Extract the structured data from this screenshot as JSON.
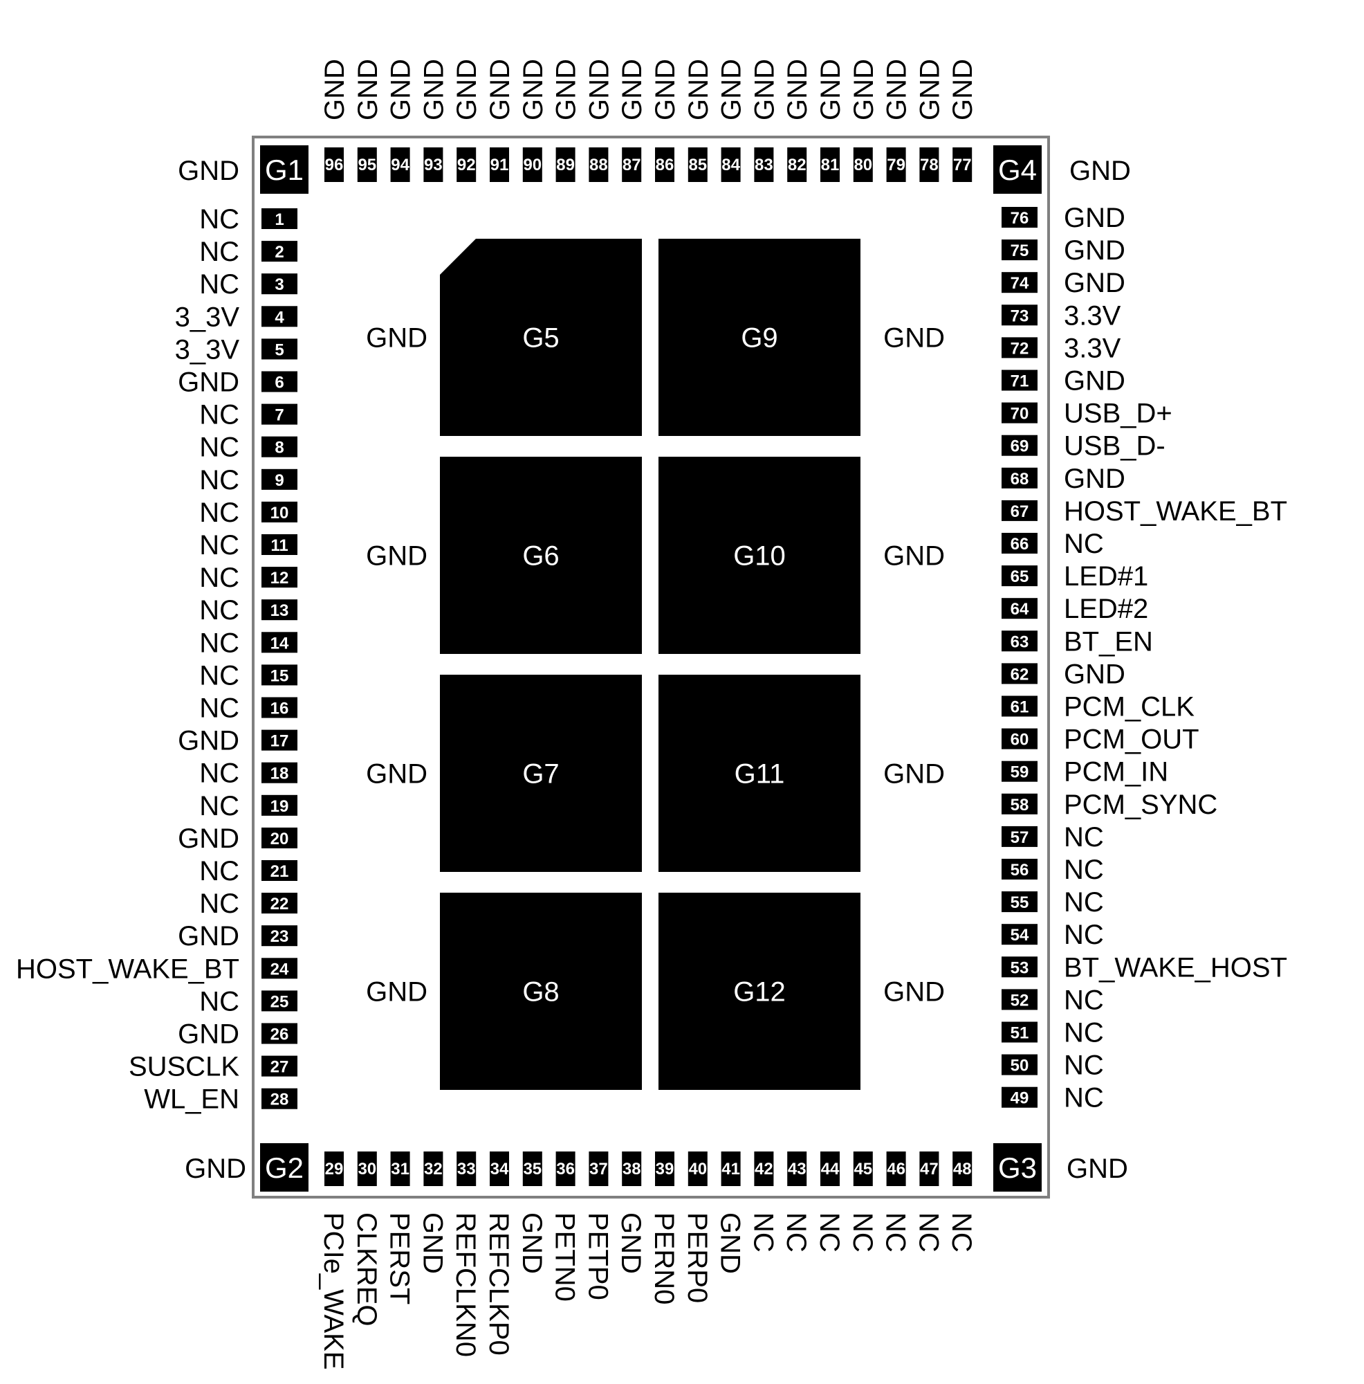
{
  "colors": {
    "pad": "#000000",
    "outline": "#808080",
    "label": "#000000",
    "pad_text": "#ffffff",
    "background": "#ffffff"
  },
  "left_pins": [
    {
      "num": "1",
      "label": "NC"
    },
    {
      "num": "2",
      "label": "NC"
    },
    {
      "num": "3",
      "label": "NC"
    },
    {
      "num": "4",
      "label": "3_3V"
    },
    {
      "num": "5",
      "label": "3_3V"
    },
    {
      "num": "6",
      "label": "GND"
    },
    {
      "num": "7",
      "label": "NC"
    },
    {
      "num": "8",
      "label": "NC"
    },
    {
      "num": "9",
      "label": "NC"
    },
    {
      "num": "10",
      "label": "NC"
    },
    {
      "num": "11",
      "label": "NC"
    },
    {
      "num": "12",
      "label": "NC"
    },
    {
      "num": "13",
      "label": "NC"
    },
    {
      "num": "14",
      "label": "NC"
    },
    {
      "num": "15",
      "label": "NC"
    },
    {
      "num": "16",
      "label": "NC"
    },
    {
      "num": "17",
      "label": "GND"
    },
    {
      "num": "18",
      "label": "NC"
    },
    {
      "num": "19",
      "label": "NC"
    },
    {
      "num": "20",
      "label": "GND"
    },
    {
      "num": "21",
      "label": "NC"
    },
    {
      "num": "22",
      "label": "NC"
    },
    {
      "num": "23",
      "label": "GND"
    },
    {
      "num": "24",
      "label": "HOST_WAKE_BT"
    },
    {
      "num": "25",
      "label": "NC"
    },
    {
      "num": "26",
      "label": "GND"
    },
    {
      "num": "27",
      "label": "SUSCLK"
    },
    {
      "num": "28",
      "label": "WL_EN"
    }
  ],
  "right_pins": [
    {
      "num": "76",
      "label": "GND"
    },
    {
      "num": "75",
      "label": "GND"
    },
    {
      "num": "74",
      "label": "GND"
    },
    {
      "num": "73",
      "label": "3.3V"
    },
    {
      "num": "72",
      "label": "3.3V"
    },
    {
      "num": "71",
      "label": "GND"
    },
    {
      "num": "70",
      "label": "USB_D+"
    },
    {
      "num": "69",
      "label": "USB_D-"
    },
    {
      "num": "68",
      "label": "GND"
    },
    {
      "num": "67",
      "label": "HOST_WAKE_BT"
    },
    {
      "num": "66",
      "label": "NC"
    },
    {
      "num": "65",
      "label": "LED#1"
    },
    {
      "num": "64",
      "label": "LED#2"
    },
    {
      "num": "63",
      "label": "BT_EN"
    },
    {
      "num": "62",
      "label": "GND"
    },
    {
      "num": "61",
      "label": "PCM_CLK"
    },
    {
      "num": "60",
      "label": "PCM_OUT"
    },
    {
      "num": "59",
      "label": "PCM_IN"
    },
    {
      "num": "58",
      "label": "PCM_SYNC"
    },
    {
      "num": "57",
      "label": "NC"
    },
    {
      "num": "56",
      "label": "NC"
    },
    {
      "num": "55",
      "label": "NC"
    },
    {
      "num": "54",
      "label": "NC"
    },
    {
      "num": "53",
      "label": "BT_WAKE_HOST"
    },
    {
      "num": "52",
      "label": "NC"
    },
    {
      "num": "51",
      "label": "NC"
    },
    {
      "num": "50",
      "label": "NC"
    },
    {
      "num": "49",
      "label": "NC"
    }
  ],
  "top_pins": [
    {
      "num": "96",
      "label": "GND"
    },
    {
      "num": "95",
      "label": "GND"
    },
    {
      "num": "94",
      "label": "GND"
    },
    {
      "num": "93",
      "label": "GND"
    },
    {
      "num": "92",
      "label": "GND"
    },
    {
      "num": "91",
      "label": "GND"
    },
    {
      "num": "90",
      "label": "GND"
    },
    {
      "num": "89",
      "label": "GND"
    },
    {
      "num": "88",
      "label": "GND"
    },
    {
      "num": "87",
      "label": "GND"
    },
    {
      "num": "86",
      "label": "GND"
    },
    {
      "num": "85",
      "label": "GND"
    },
    {
      "num": "84",
      "label": "GND"
    },
    {
      "num": "83",
      "label": "GND"
    },
    {
      "num": "82",
      "label": "GND"
    },
    {
      "num": "81",
      "label": "GND"
    },
    {
      "num": "80",
      "label": "GND"
    },
    {
      "num": "79",
      "label": "GND"
    },
    {
      "num": "78",
      "label": "GND"
    },
    {
      "num": "77",
      "label": "GND"
    }
  ],
  "bottom_pins": [
    {
      "num": "29",
      "label": "PCIe_WAKE"
    },
    {
      "num": "30",
      "label": "CLKREQ"
    },
    {
      "num": "31",
      "label": "PERST"
    },
    {
      "num": "32",
      "label": "GND"
    },
    {
      "num": "33",
      "label": "REFCLKN0"
    },
    {
      "num": "34",
      "label": "REFCLKP0"
    },
    {
      "num": "35",
      "label": "GND"
    },
    {
      "num": "36",
      "label": "PETN0"
    },
    {
      "num": "37",
      "label": "PETP0"
    },
    {
      "num": "38",
      "label": "GND"
    },
    {
      "num": "39",
      "label": "PERN0"
    },
    {
      "num": "40",
      "label": "PERP0"
    },
    {
      "num": "41",
      "label": "GND"
    },
    {
      "num": "42",
      "label": "NC"
    },
    {
      "num": "43",
      "label": "NC"
    },
    {
      "num": "44",
      "label": "NC"
    },
    {
      "num": "45",
      "label": "NC"
    },
    {
      "num": "46",
      "label": "NC"
    },
    {
      "num": "47",
      "label": "NC"
    },
    {
      "num": "48",
      "label": "NC"
    }
  ],
  "corner_pads": [
    {
      "id": "G1",
      "label": "GND"
    },
    {
      "id": "G4",
      "label": "GND"
    },
    {
      "id": "G2",
      "label": "GND"
    },
    {
      "id": "G3",
      "label": "GND"
    }
  ],
  "center_pads": [
    {
      "id": "G5",
      "label": "GND"
    },
    {
      "id": "G9",
      "label": "GND"
    },
    {
      "id": "G6",
      "label": "GND"
    },
    {
      "id": "G10",
      "label": "GND"
    },
    {
      "id": "G7",
      "label": "GND"
    },
    {
      "id": "G11",
      "label": "GND"
    },
    {
      "id": "G8",
      "label": "GND"
    },
    {
      "id": "G12",
      "label": "GND"
    }
  ]
}
